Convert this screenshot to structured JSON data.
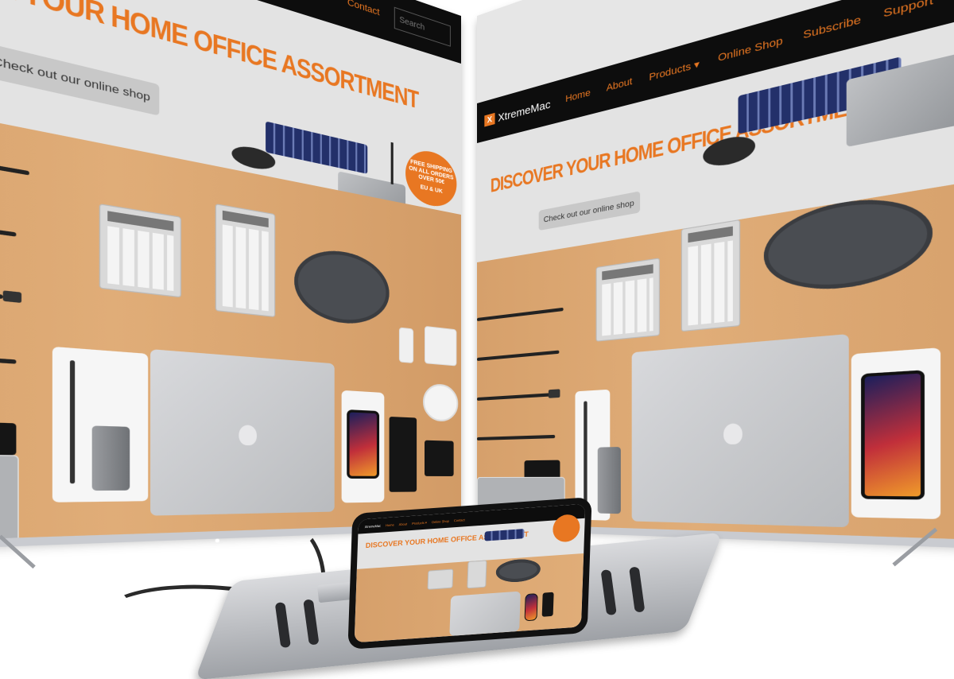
{
  "brand": {
    "mark": "X",
    "name": "XtremeMac"
  },
  "nav": {
    "items": [
      "Home",
      "About",
      "Products ▾",
      "Online Shop",
      "Subscribe",
      "Support",
      "Contact"
    ],
    "search_placeholder": "Search"
  },
  "hero": {
    "title": "DISCOVER YOUR HOME OFFICE ASSORTMENT",
    "button_label": "Check out our online shop"
  },
  "promo": {
    "line1": "FREE SHIPPING",
    "line2": "ON ALL ORDERS",
    "line3": "OVER 50€",
    "sub": "EU & UK"
  },
  "colors": {
    "accent": "#e87722",
    "navbar": "#0d0d0d",
    "desk": "#dca673"
  }
}
